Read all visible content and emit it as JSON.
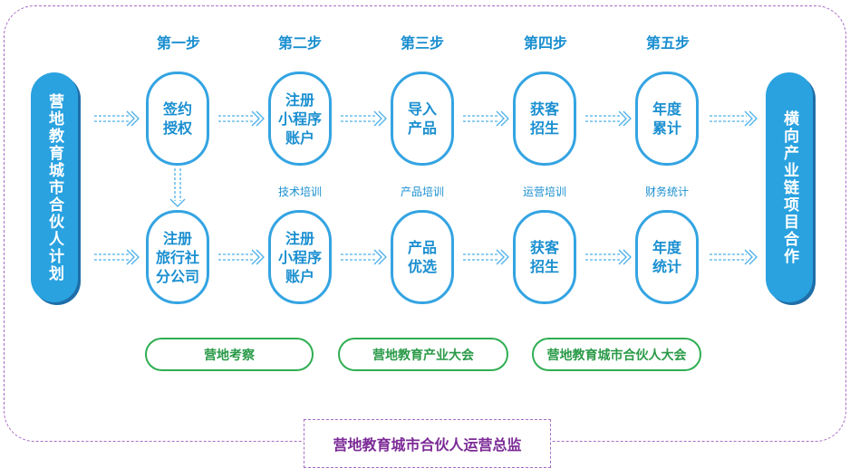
{
  "colors": {
    "blue": "#1a8fd0",
    "pill_blue": "#2aa2e0",
    "green": "#2fae52",
    "purple": "#7b2a96"
  },
  "steps": [
    "第一步",
    "第二步",
    "第三步",
    "第四步",
    "第五步"
  ],
  "left_pill": "营地教育城市合伙人计划",
  "right_pill": "横向产业链项目合作",
  "top_row": [
    "签约\n授权",
    "注册\n小程序\n账户",
    "导入\n产品",
    "获客\n招生",
    "年度\n累计"
  ],
  "bottom_row": [
    "注册\n旅行社\n分公司",
    "注册\n小程序\n账户",
    "产品\n优选",
    "获客\n招生",
    "年度\n统计"
  ],
  "sublabels": [
    "技术培训",
    "产品培训",
    "运营培训",
    "财务统计"
  ],
  "green_items": [
    "营地考察",
    "营地教育产业大会",
    "营地教育城市合伙人大会"
  ],
  "footer": "营地教育城市合伙人运营总监",
  "icons": {
    "connector": "double-chevron-arrow-icon"
  }
}
